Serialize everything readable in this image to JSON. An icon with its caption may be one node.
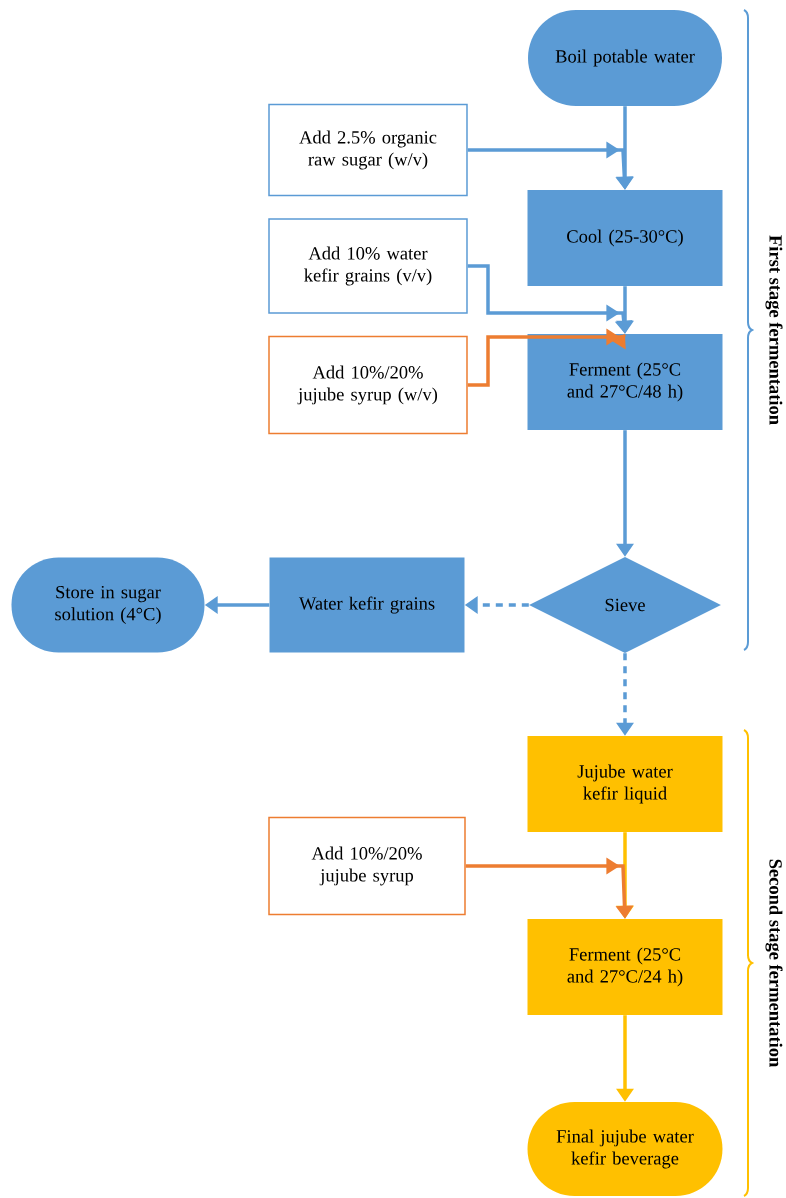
{
  "diagram": {
    "nodes": [
      {
        "text": [
          "Boil potable water"
        ]
      },
      {
        "text": [
          "Add 2.5% organic raw sugar (w/v)"
        ]
      },
      {
        "text": [
          "Cool (25-30°C)"
        ]
      },
      {
        "text": [
          "Add 10% water kefir grains (v/v)"
        ]
      },
      {
        "text": [
          "Add 10%/20% jujube syrup (w/v)"
        ]
      },
      {
        "text": [
          "Ferment (25°C and 27°C/48 h)"
        ]
      },
      {
        "text": [
          "Sieve"
        ]
      },
      {
        "text": [
          "Water kefir grains"
        ]
      },
      {
        "text": [
          "Store in sugar solution (4°C)"
        ]
      },
      {
        "text": [
          "Jujube water kefir liquid"
        ]
      },
      {
        "text": [
          "Add 10%/20% jujube syrup"
        ]
      },
      {
        "text": [
          "Ferment (25°C and 27°C/24 h)"
        ]
      },
      {
        "text": [
          "Final jujube water kefir beverage"
        ]
      }
    ],
    "edges": [
      {
        "from": 0,
        "to": 2,
        "arrow": "to"
      },
      {
        "from": 1,
        "to": 2,
        "arrow": "to"
      },
      {
        "from": 2,
        "to": 5,
        "arrow": "to"
      },
      {
        "from": 3,
        "to": 5,
        "arrow": "to"
      },
      {
        "from": 4,
        "to": 5,
        "arrow": "to",
        "color": "#ed7d31"
      },
      {
        "from": 5,
        "to": 6,
        "arrow": "to"
      },
      {
        "from": 6,
        "to": 7,
        "arrow": "to",
        "style": "dashed"
      },
      {
        "from": 7,
        "to": 8,
        "arrow": "to"
      },
      {
        "from": 6,
        "to": 9,
        "arrow": "to",
        "style": "dashed"
      },
      {
        "from": 9,
        "to": 11,
        "arrow": "to",
        "color": "#ffc000"
      },
      {
        "from": 10,
        "to": 11,
        "arrow": "to",
        "color": "#ed7d31"
      },
      {
        "from": 11,
        "to": 12,
        "arrow": "to",
        "color": "#ffc000"
      }
    ],
    "labels": [
      "First stage fermentation",
      "Second stage fermentation"
    ]
  }
}
